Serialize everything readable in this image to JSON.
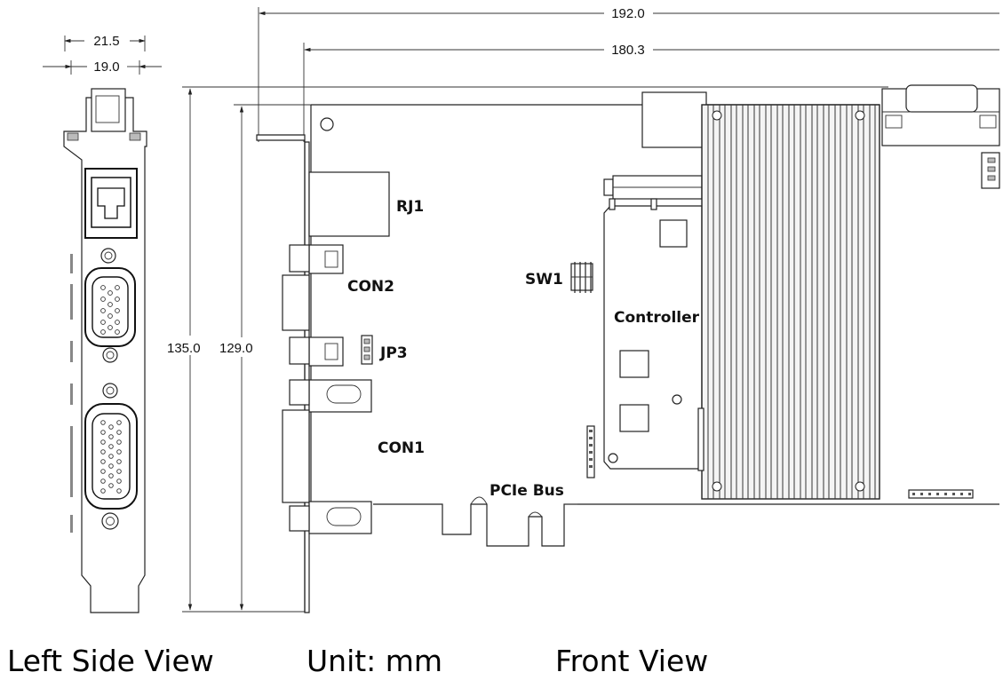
{
  "dimensions": {
    "overall_length": "192.0",
    "board_length": "180.3",
    "bracket_width": "21.5",
    "bracket_inner": "19.0",
    "height_total": "135.0",
    "height_board": "129.0"
  },
  "labels": {
    "rj1": "RJ1",
    "con2": "CON2",
    "jp3": "JP3",
    "con1": "CON1",
    "sw1": "SW1",
    "controller": "Controller",
    "pcie_bus": "PCIe Bus"
  },
  "captions": {
    "left_view": "Left Side View",
    "unit": "Unit: mm",
    "front_view": "Front View"
  }
}
